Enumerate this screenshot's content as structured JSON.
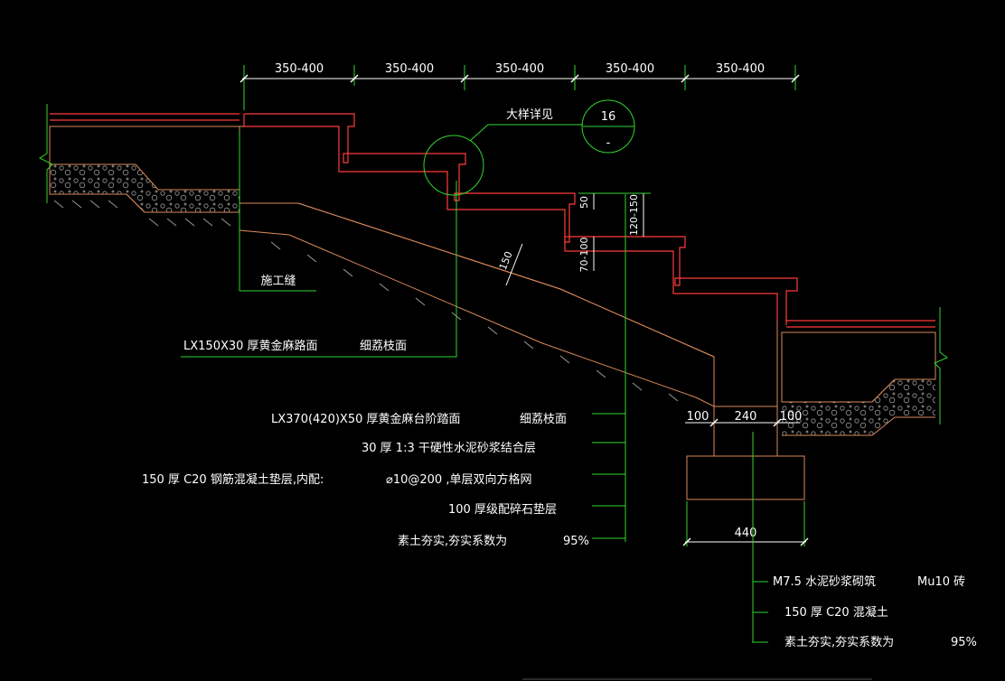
{
  "top_dimensions": [
    "350-400",
    "350-400",
    "350-400",
    "350-400",
    "350-400"
  ],
  "detail_callout": {
    "label": "大样详见",
    "number": "16",
    "sheet": "-"
  },
  "riser_dims": {
    "top": "50",
    "riser": "120-150",
    "lower": "70-100",
    "slab": "150"
  },
  "construction_joint_label": "施工缝",
  "paving_note": {
    "material": "LX150X30  厚黄金麻路面",
    "finish": "细荔枝面"
  },
  "stair_layers": [
    {
      "text": "LX370(420)X50  厚黄金麻台阶踏面",
      "extra": "细荔枝面"
    },
    {
      "text": "30 厚  1:3  干硬性水泥砂浆结合层",
      "extra": ""
    },
    {
      "text": "150  厚  C20 钢筋混凝土垫层,内配:",
      "extra": "⌀10@200 ,单层双向方格网"
    },
    {
      "text": "100  厚级配碎石垫层",
      "extra": ""
    },
    {
      "text": "素土夯实,夯实系数为",
      "extra": "95%"
    }
  ],
  "footing_dims": {
    "left": "100",
    "mid": "240",
    "right": "100",
    "base": "440"
  },
  "footing_layers": [
    {
      "text": "M7.5  水泥砂浆砌筑",
      "extra": "Mu10 砖"
    },
    {
      "text": "150  厚  C20 混凝土",
      "extra": ""
    },
    {
      "text": "素土夯实,夯实系数为",
      "extra": "95%"
    }
  ],
  "colors": {
    "leader": "#2fd62f",
    "finish": "#ff3b3b",
    "outline": "#d98a5a",
    "text": "#ffffff",
    "background": "#000000"
  }
}
